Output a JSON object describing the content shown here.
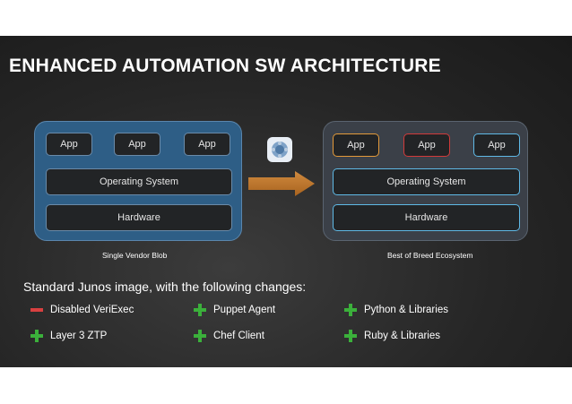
{
  "title": "ENHANCED AUTOMATION SW ARCHITECTURE",
  "left_stack": {
    "apps": [
      "App",
      "App",
      "App"
    ],
    "os": "Operating System",
    "hardware": "Hardware",
    "caption": "Single Vendor Blob"
  },
  "right_stack": {
    "apps": [
      "App",
      "App",
      "App"
    ],
    "os": "Operating System",
    "hardware": "Hardware",
    "caption": "Best of Breed Ecosystem"
  },
  "subtitle": "Standard Junos image, with the following changes:",
  "changes": [
    {
      "type": "removed",
      "label": "Disabled VeriExec"
    },
    {
      "type": "added",
      "label": "Puppet Agent"
    },
    {
      "type": "added",
      "label": "Python & Libraries"
    },
    {
      "type": "added",
      "label": "Layer 3 ZTP"
    },
    {
      "type": "added",
      "label": "Chef Client"
    },
    {
      "type": "added",
      "label": "Ruby & Libraries"
    }
  ],
  "colors": {
    "left_panel": "#2e5e86",
    "right_panel": "#3b4048",
    "arrow": "#c0782f",
    "plus": "#3bb03b",
    "minus": "#d84040",
    "app_orange": "#e39a3a",
    "app_red": "#d23a3a",
    "app_blue": "#5fb9e6"
  },
  "icons": {
    "transition": "arrow-right-icon",
    "middle": "puppet-logo-icon",
    "added": "plus-icon",
    "removed": "minus-icon"
  }
}
